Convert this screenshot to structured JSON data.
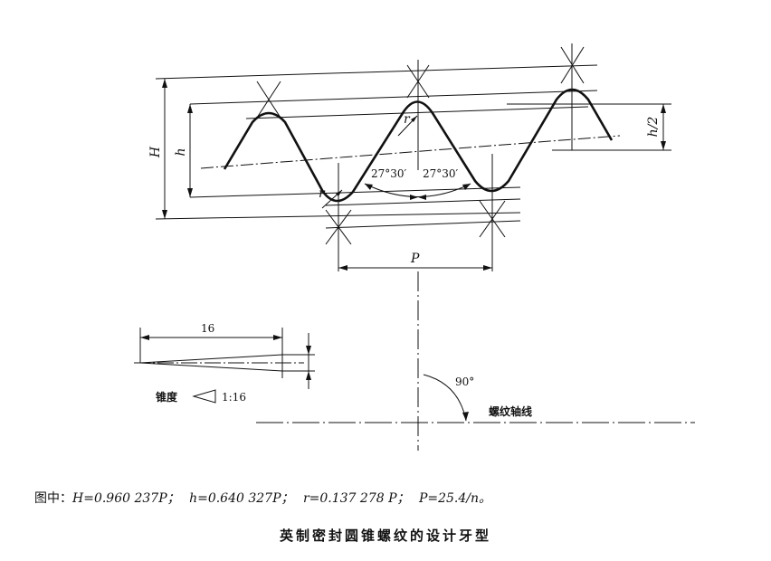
{
  "labels": {
    "H": "H",
    "h": "h",
    "h_half": "h/2",
    "r_upper": "r",
    "r_lower": "r",
    "angle_left": "27°30′",
    "angle_right": "27°30′",
    "pitch": "P",
    "len16": "16",
    "taper_label": "锥度",
    "taper_ratio": "1:16",
    "right_angle": "90°",
    "axis_label": "螺纹轴线"
  },
  "formula": {
    "prefix": "图中：",
    "part1": "H=0.960 237P；",
    "part2": "h=0.640 327P；",
    "part3": "r=0.137 278 P；",
    "part4": "P=25.4/n。"
  },
  "caption": "英制密封圆锥螺纹的设计牙型"
}
